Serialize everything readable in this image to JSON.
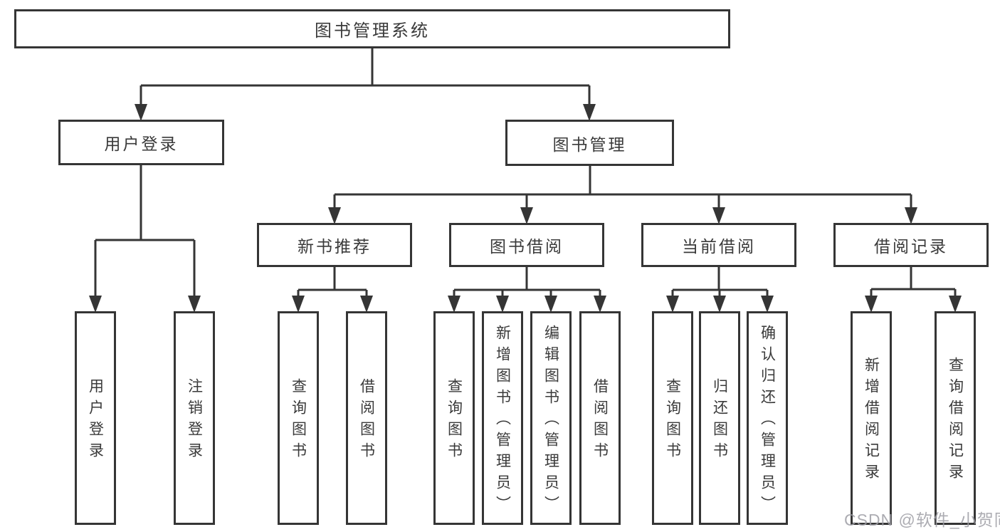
{
  "diagram": {
    "title_note": "functional structure tree of a library book management system",
    "root": "图书管理系统",
    "level2": [
      "用户登录",
      "图书管理"
    ],
    "level3": [
      "新书推荐",
      "图书借阅",
      "当前借阅",
      "借阅记录"
    ],
    "leaves_user_login": [
      "用户登录",
      "注销登录"
    ],
    "leaves_new_books": [
      "查询图书",
      "借阅图书"
    ],
    "leaves_book_borrow": [
      "查询图书",
      "新增图书（管理员）",
      "编辑图书（管理员）",
      "借阅图书"
    ],
    "leaves_current_borrow": [
      "查询图书",
      "归还图书",
      "确认归还（管理员）"
    ],
    "leaves_borrow_records": [
      "新增借阅记录",
      "查询借阅记录"
    ]
  },
  "watermark": {
    "text": "CSDN @软件_小贺同学"
  },
  "colors": {
    "line": "#353535",
    "text": "#3a3a3a",
    "background": "#ffffff",
    "watermark": "#9e9ea4"
  }
}
